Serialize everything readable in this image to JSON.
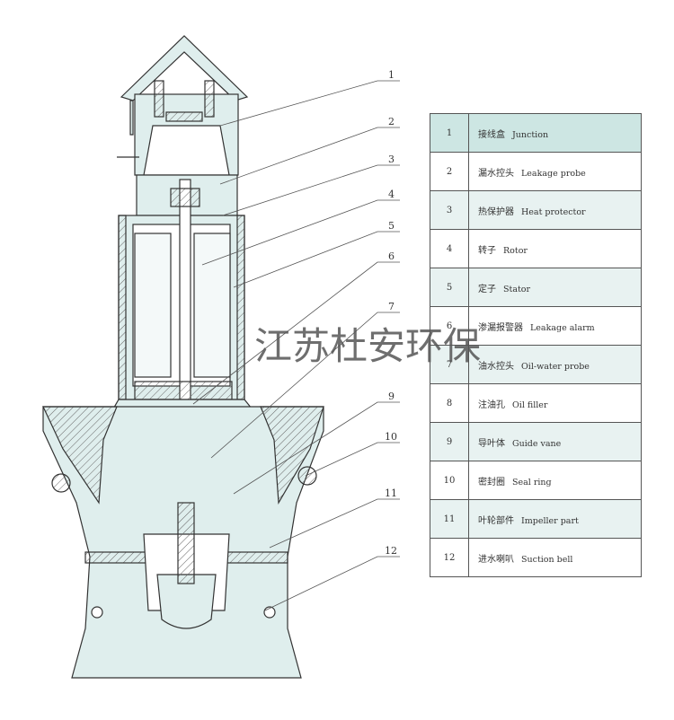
{
  "parts": [
    {
      "num": "1",
      "cn": "接线盒",
      "en": "Junction"
    },
    {
      "num": "2",
      "cn": "漏水控头",
      "en": "Leakage probe"
    },
    {
      "num": "3",
      "cn": "热保护器",
      "en": "Heat protector"
    },
    {
      "num": "4",
      "cn": "转子",
      "en": "Rotor"
    },
    {
      "num": "5",
      "cn": "定子",
      "en": "Stator"
    },
    {
      "num": "6",
      "cn": "渗漏报警器",
      "en": "Leakage alarm"
    },
    {
      "num": "7",
      "cn": "油水控头",
      "en": "Oil-water probe"
    },
    {
      "num": "8",
      "cn": "注油孔",
      "en": "Oil filler"
    },
    {
      "num": "9",
      "cn": "导叶体",
      "en": "Guide vane"
    },
    {
      "num": "10",
      "cn": "密封圈",
      "en": "Seal ring"
    },
    {
      "num": "11",
      "cn": "叶轮部件",
      "en": "Impeller part"
    },
    {
      "num": "12",
      "cn": "进水喇叭",
      "en": "Suction bell"
    }
  ],
  "callouts": [
    "1",
    "2",
    "3",
    "4",
    "5",
    "6",
    "7",
    "9",
    "10",
    "11",
    "12"
  ],
  "watermark": "江苏杜安环保",
  "colors": {
    "line": "#333333",
    "fill": "#dfeeed",
    "hatch": "#666666",
    "row_alt": "#e8f2f1",
    "row_first": "#cde6e3"
  }
}
